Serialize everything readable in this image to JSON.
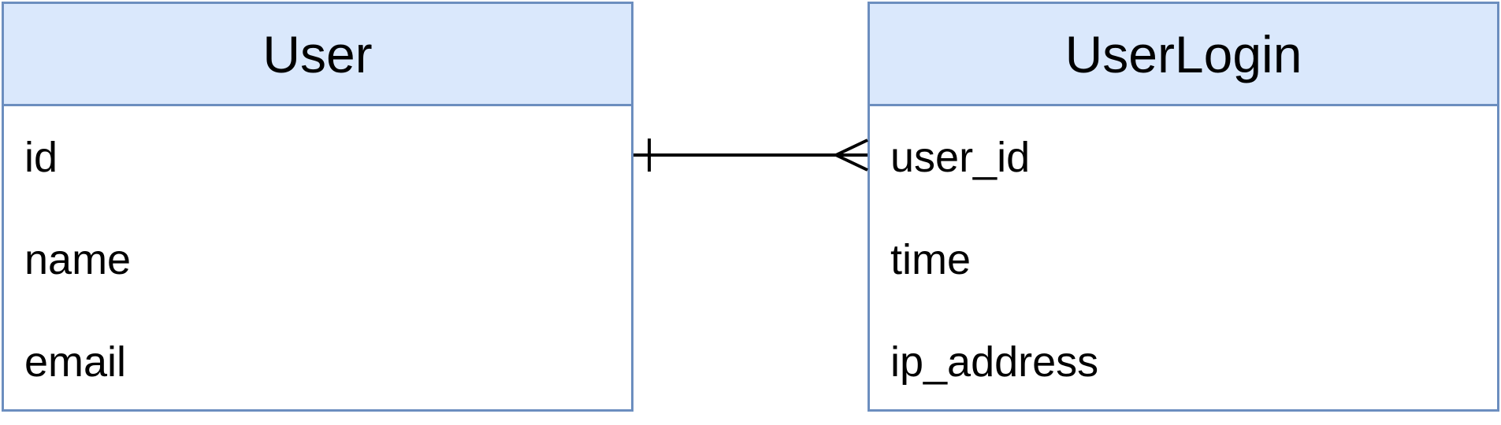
{
  "entities": [
    {
      "name": "User",
      "fields": [
        "id",
        "name",
        "email"
      ]
    },
    {
      "name": "UserLogin",
      "fields": [
        "user_id",
        "time",
        "ip_address"
      ]
    }
  ],
  "relationship": {
    "from": "User.id",
    "to": "UserLogin.user_id",
    "from_cardinality": "one",
    "to_cardinality": "many"
  },
  "colors": {
    "header_fill": "#dae8fc",
    "border": "#6c8ebf",
    "line": "#000000"
  }
}
